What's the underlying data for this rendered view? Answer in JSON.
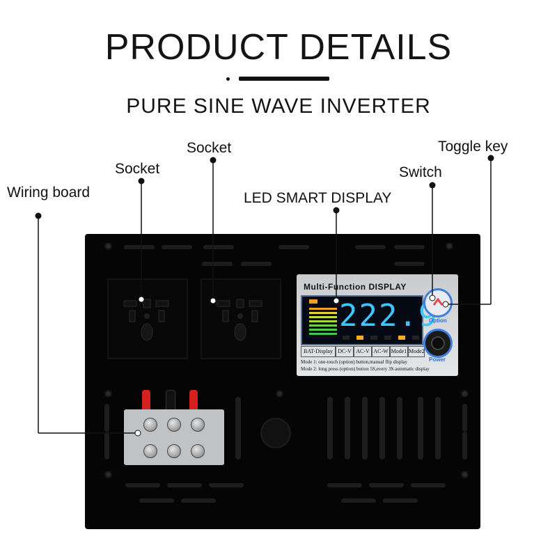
{
  "header": {
    "title": "PRODUCT DETAILS",
    "subtitle": "PURE SINE WAVE INVERTER"
  },
  "callouts": {
    "wiring_board": "Wiring board",
    "socket_left": "Socket",
    "socket_right": "Socket",
    "led_display": "LED SMART DISPLAY",
    "switch": "Switch",
    "toggle_key": "Toggle key"
  },
  "device_panel": {
    "title": "Multi-Function DISPLAY",
    "reading": "222.9",
    "modes": [
      "BAT-Display",
      "DC-V",
      "AC-V",
      "AC-W",
      "Mode1",
      "Mode2"
    ],
    "note_mode1": "Mode 1:  one-touch (option) button,manual flip display",
    "note_mode2": "Mode 2:  long press (option) button 5S,every 3S automatic display",
    "option_label": "Option",
    "power_label": "Power"
  },
  "colors": {
    "display_digits": "#3cc7ff",
    "button_ring": "#3d7fe0",
    "device_body": "#050505"
  }
}
